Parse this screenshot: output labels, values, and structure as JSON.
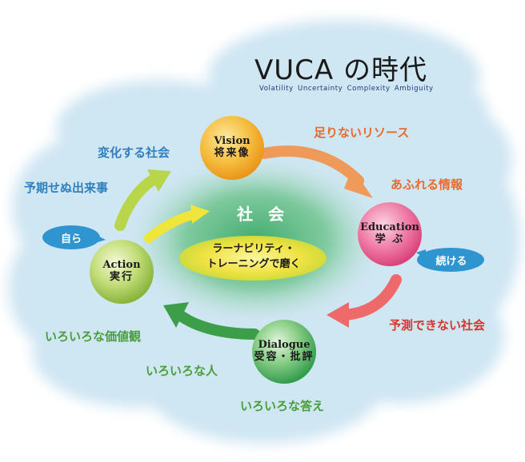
{
  "title": "VUCA の時代",
  "subtitle": "Volatility  Uncertainty  Complexity  Ambiguity",
  "center": {
    "society": "社 会",
    "line1": "ラーナビリティ・",
    "line2": "トレーニングで磨く"
  },
  "nodes": {
    "vision": {
      "en": "Vision",
      "jp": "将来像"
    },
    "education": {
      "en": "Education",
      "jp": "学 ぶ"
    },
    "dialogue": {
      "en": "Dialogue",
      "jp": "受容・批評"
    },
    "action": {
      "en": "Action",
      "jp": "実行"
    }
  },
  "bubbles": {
    "self": "自ら",
    "continue": "続ける"
  },
  "labels": {
    "changing_society": "変化する社会",
    "unexpected_events": "予期せぬ出来事",
    "not_enough_resources": "足りないリソース",
    "overflowing_info": "あふれる情報",
    "unpredictable_society": "予測できない社会",
    "various_values": "いろいろな価値観",
    "various_people": "いろいろな人",
    "various_answers": "いろいろな答え"
  },
  "colors": {
    "cloud": "#cfe6f3",
    "vision": "#f2b035",
    "education": "#e75b8d",
    "dialogue": "#3aa55a",
    "action": "#98c24a",
    "bubble": "#2f95d0",
    "center": "#f3e64a"
  }
}
